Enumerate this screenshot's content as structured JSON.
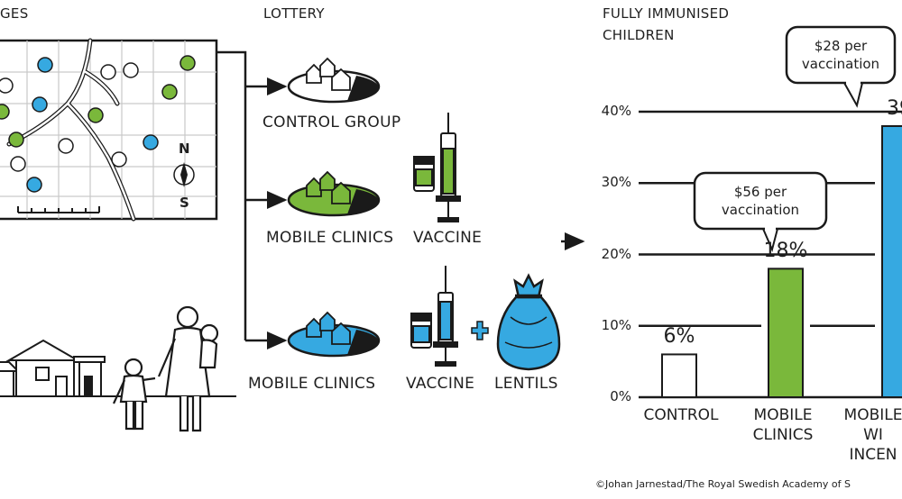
{
  "labels": {
    "villages": "GES",
    "lottery": "LOTTERY",
    "control_group": "CONTROL GROUP",
    "mobile_clinics_1": "MOBILE CLINICS",
    "mobile_clinics_2": "MOBILE CLINICS",
    "vaccine_1": "VACCINE",
    "vaccine_2": "VACCINE",
    "lentils": "LENTILS",
    "compass_n": "N",
    "compass_s": "S"
  },
  "copyright": "©Johan Jarnestad/The Royal Swedish Academy of S",
  "colors": {
    "green": "#7ab83b",
    "blue": "#36a9e1",
    "ink": "#1a1a1a"
  },
  "chart_data": {
    "type": "bar",
    "title": "FULLY IMMUNISED\nCHILDREN",
    "categories": [
      "CONTROL",
      "MOBILE\nCLINICS",
      "MOBILE\nWI\nINCEN"
    ],
    "values": [
      6,
      18,
      39
    ],
    "value_labels": [
      "6%",
      "18%",
      "39"
    ],
    "bar_colors": [
      "#ffffff",
      "#7ab83b",
      "#36a9e1"
    ],
    "yticks": [
      "0%",
      "10%",
      "20%",
      "30%",
      "40%"
    ],
    "ylim": [
      0,
      40
    ],
    "annotations": [
      "$56 per\nvaccination",
      "$28 per\nvaccination"
    ],
    "grid": true
  }
}
